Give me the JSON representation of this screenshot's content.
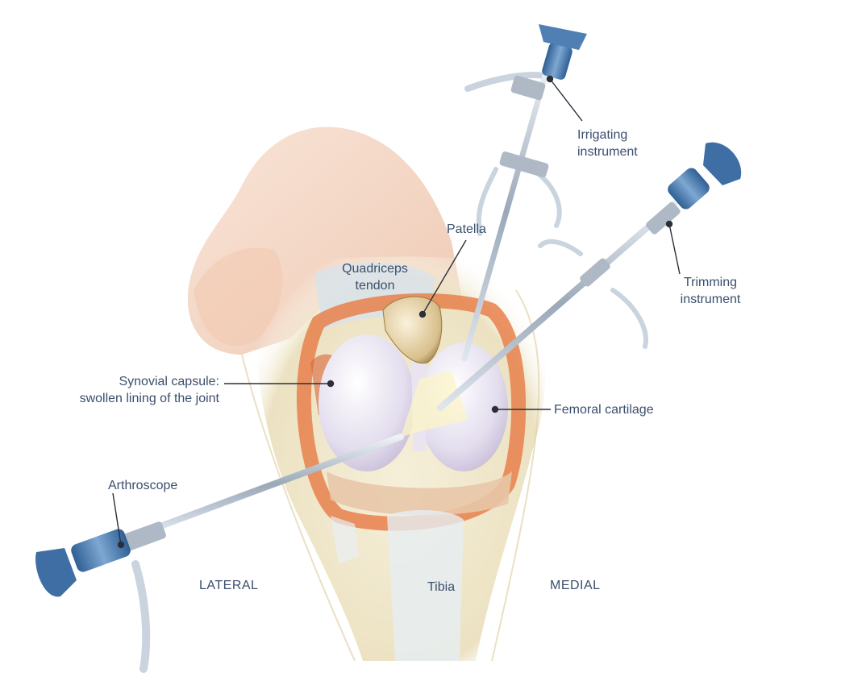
{
  "labels": {
    "irrigating": [
      "Irrigating",
      "instrument"
    ],
    "patella": "Patella",
    "quadriceps": [
      "Quadriceps",
      "tendon"
    ],
    "trimming": [
      "Trimming",
      "instrument"
    ],
    "synovial": [
      "Synovial capsule:",
      "swollen lining of the joint"
    ],
    "femoral": "Femoral cartilage",
    "arthroscope": "Arthroscope",
    "lateral": "LATERAL",
    "tibia": "Tibia",
    "medial": "MEDIAL"
  },
  "colors": {
    "label_text": "#3b4f6e",
    "leader_line": "#2b2f3a",
    "instrument_blue": "#4f7fb3",
    "steel": "#b8c3cf",
    "synovium": "#e7804c",
    "skin": "#f3cdb4",
    "cartilage": "#e6e0ee",
    "bone": "#f3ecd5"
  }
}
